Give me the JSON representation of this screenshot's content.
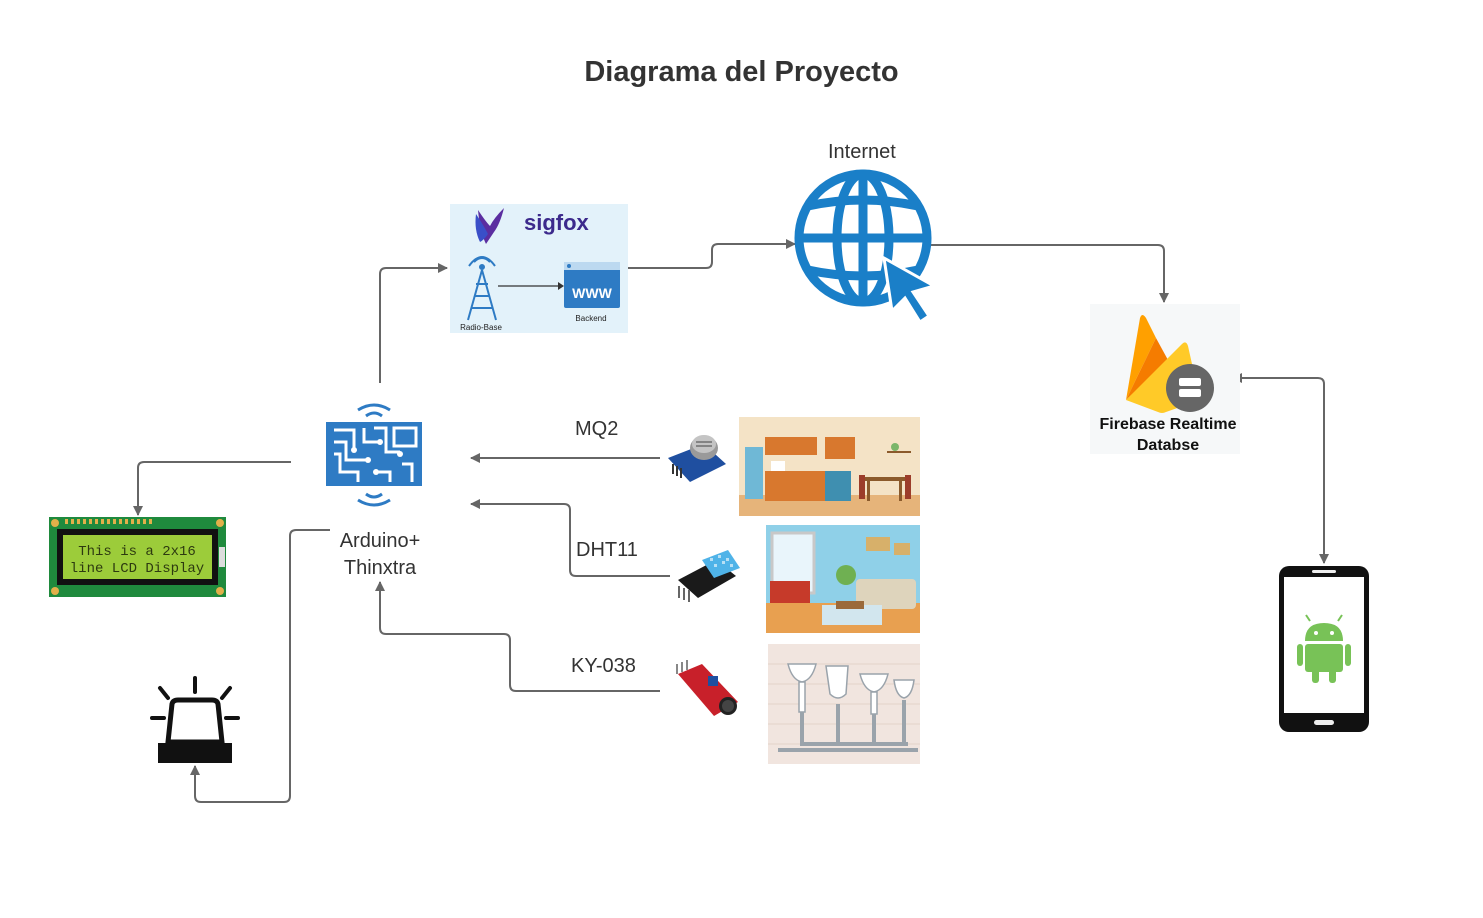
{
  "diagram": {
    "title": "Diagrama del Proyecto",
    "nodes": {
      "internet": {
        "label": "Internet"
      },
      "sigfox": {
        "logo": "sigfox",
        "radio_label": "Radio-Base",
        "backend_label": "Backend",
        "www_text": "WWW"
      },
      "firebase": {
        "label_line1": "Firebase Realtime",
        "label_line2": "Databse"
      },
      "arduino": {
        "label_line1": "Arduino+",
        "label_line2": "Thinxtra"
      },
      "lcd": {
        "line1": "This is a 2x16",
        "line2": "line LCD Display"
      },
      "sensors": [
        {
          "label": "MQ2",
          "room": "kitchen"
        },
        {
          "label": "DHT11",
          "room": "living-room"
        },
        {
          "label": "KY-038",
          "room": "bathroom"
        }
      ],
      "alarm": {
        "icon": "siren-icon"
      },
      "phone": {
        "icon": "android-icon"
      }
    },
    "colors": {
      "connector": "#666666",
      "globe": "#1a7fc8",
      "circuit": "#2e7bc4",
      "sigfox_bg": "#e3f2fa",
      "lcd_screen": "#9ccc3a",
      "android": "#78c257"
    }
  }
}
